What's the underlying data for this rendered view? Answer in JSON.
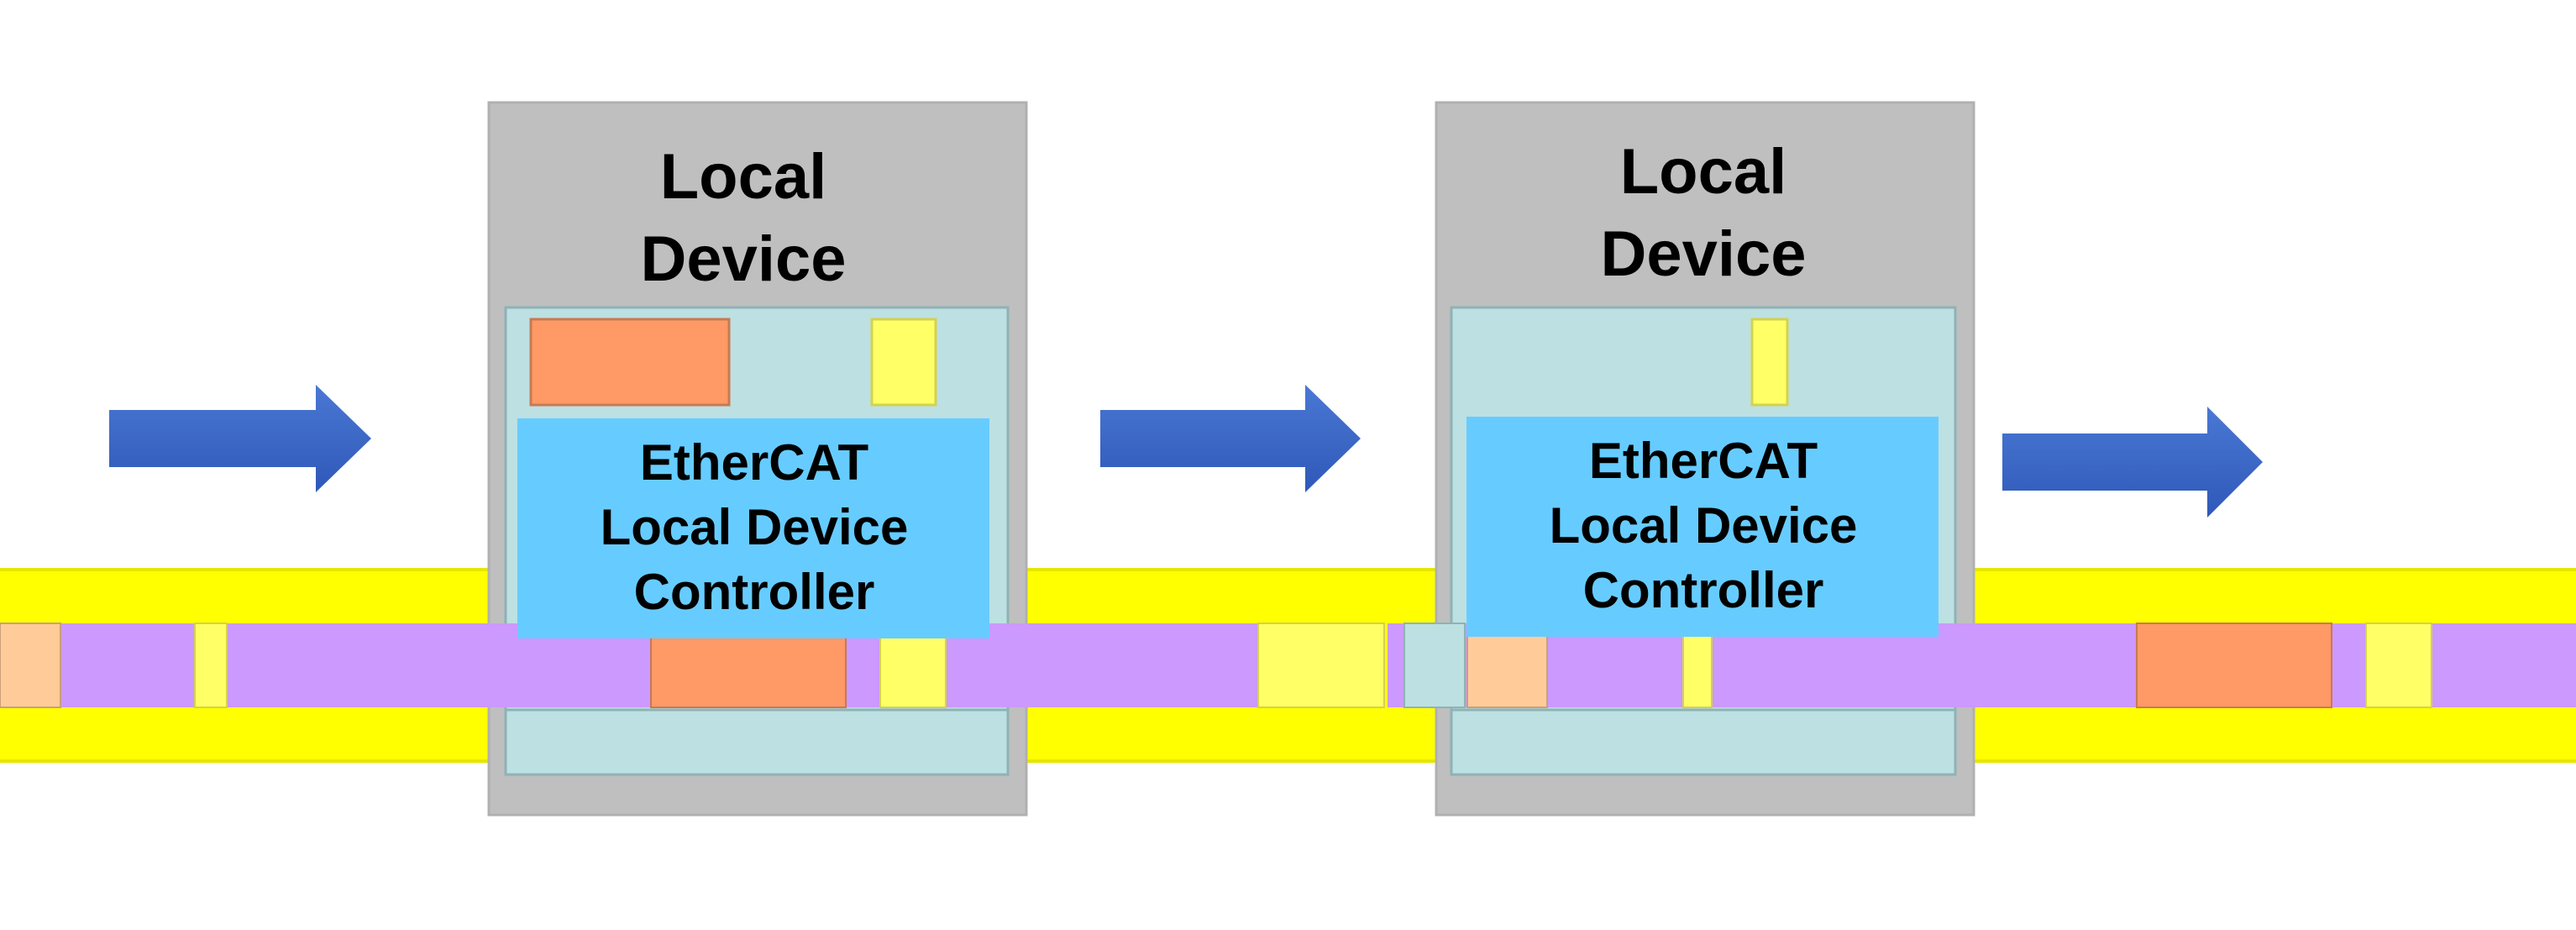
{
  "colors": {
    "background": "#ffffff",
    "bus_yellow": "#ffff00",
    "frame_purple": "#cc99ff",
    "device_gray": "#bfbfbf",
    "device_inner": "#bde0e3",
    "controller_blue": "#66ccff",
    "arrow_blue": "#3a66c4",
    "block_orange": "#ff9966",
    "block_peach": "#ffcc99",
    "block_lightyellow": "#ffff66"
  },
  "devices": [
    {
      "title_line1": "Local",
      "title_line2": "Device",
      "controller_line1": "EtherCAT",
      "controller_line2": "Local Device",
      "controller_line3": "Controller"
    },
    {
      "title_line1": "Local",
      "title_line2": "Device",
      "controller_line1": "EtherCAT",
      "controller_line2": "Local Device",
      "controller_line3": "Controller"
    }
  ],
  "arrows": [
    {
      "icon": "arrow-right-icon",
      "direction": "right"
    },
    {
      "icon": "arrow-right-icon",
      "direction": "right"
    },
    {
      "icon": "arrow-right-icon",
      "direction": "right"
    }
  ]
}
